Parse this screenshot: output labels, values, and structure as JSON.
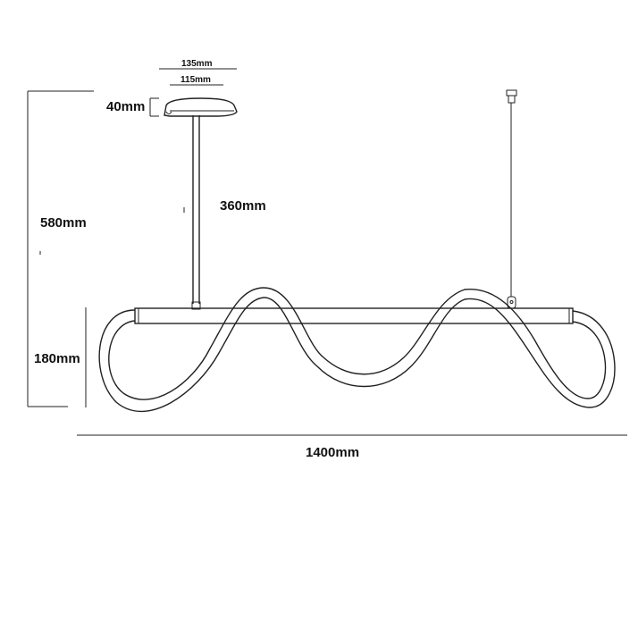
{
  "dimensions": {
    "canopy_outer_width": "135mm",
    "canopy_inner_width": "115mm",
    "canopy_height": "40mm",
    "total_height": "580mm",
    "rod_length": "360mm",
    "lamp_height": "180mm",
    "total_width": "1400mm"
  },
  "colors": {
    "line": "#222222",
    "background": "#ffffff"
  }
}
